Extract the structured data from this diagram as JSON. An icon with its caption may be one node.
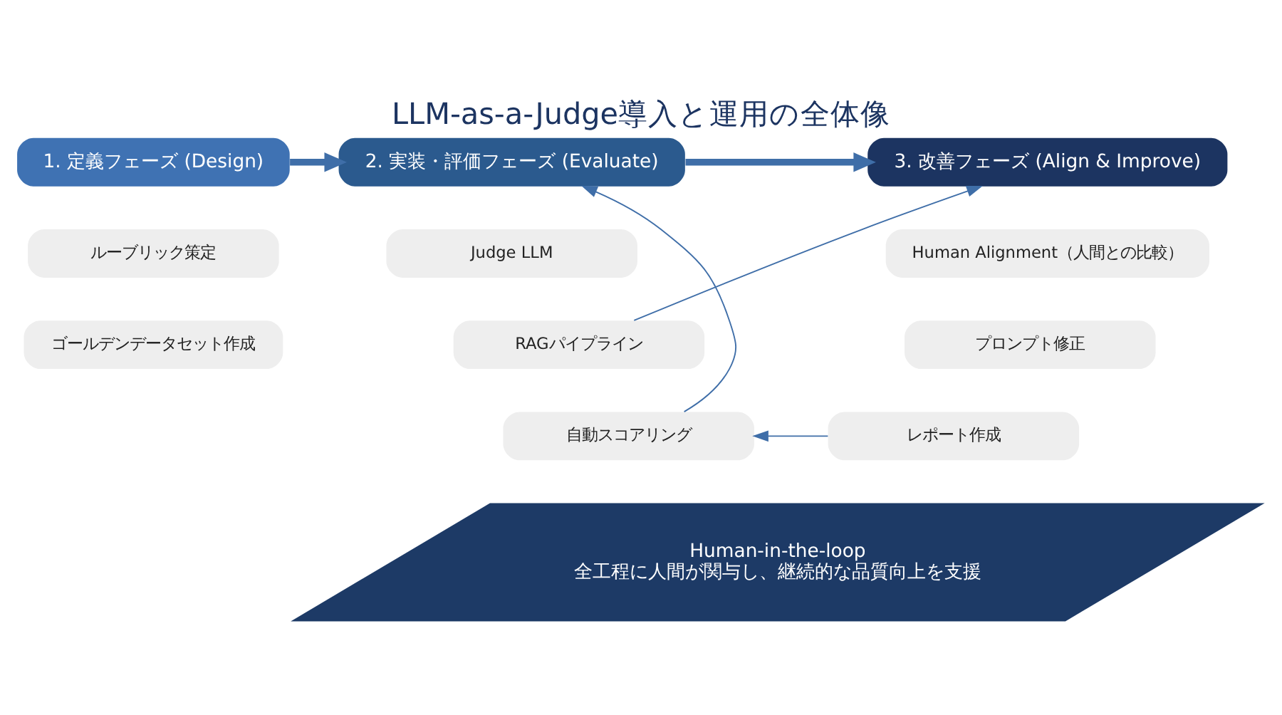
{
  "diagram": {
    "title": "LLM-as-a-Judge導入と運用の全体像",
    "nodes": [
      {
        "text": [
          "1. 定義フェーズ (Design)"
        ]
      },
      {
        "text": [
          "ルーブリック策定"
        ]
      },
      {
        "text": [
          "ゴールデンデータセット作成"
        ]
      },
      {
        "text": [
          "2. 実装・評価フェーズ (Evaluate)"
        ]
      },
      {
        "text": [
          "Judge LLM"
        ]
      },
      {
        "text": [
          "RAGパイプライン"
        ]
      },
      {
        "text": [
          "自動スコアリング"
        ]
      },
      {
        "text": [
          "3. 改善フェーズ (Align & Improve)"
        ]
      },
      {
        "text": [
          "Human Alignment（人間との比較）"
        ]
      },
      {
        "text": [
          "プロンプト修正"
        ]
      },
      {
        "text": [
          "レポート作成"
        ]
      },
      {
        "text": [
          "Human-in-the-loop",
          "全工程に人間が関与し、継続的な品質向上を支援"
        ]
      }
    ],
    "edges": [
      {
        "from": 0,
        "to": 3,
        "arrow": "to",
        "style": "thick"
      },
      {
        "from": 3,
        "to": 7,
        "arrow": "to",
        "style": "thick"
      },
      {
        "from": 5,
        "to": 7,
        "arrow": "to"
      },
      {
        "from": 10,
        "to": 6,
        "arrow": "to"
      },
      {
        "from": 6,
        "to": 3,
        "arrow": "to"
      }
    ]
  }
}
